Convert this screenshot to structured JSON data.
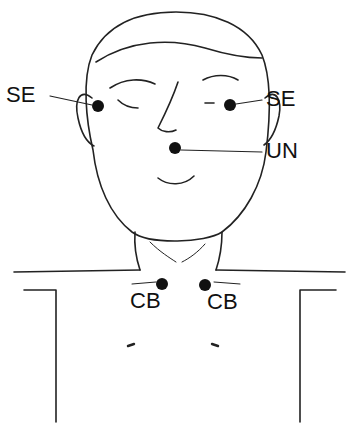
{
  "diagram": {
    "labels": [
      "SE",
      "SE",
      "UN",
      "CB",
      "CB"
    ]
  }
}
